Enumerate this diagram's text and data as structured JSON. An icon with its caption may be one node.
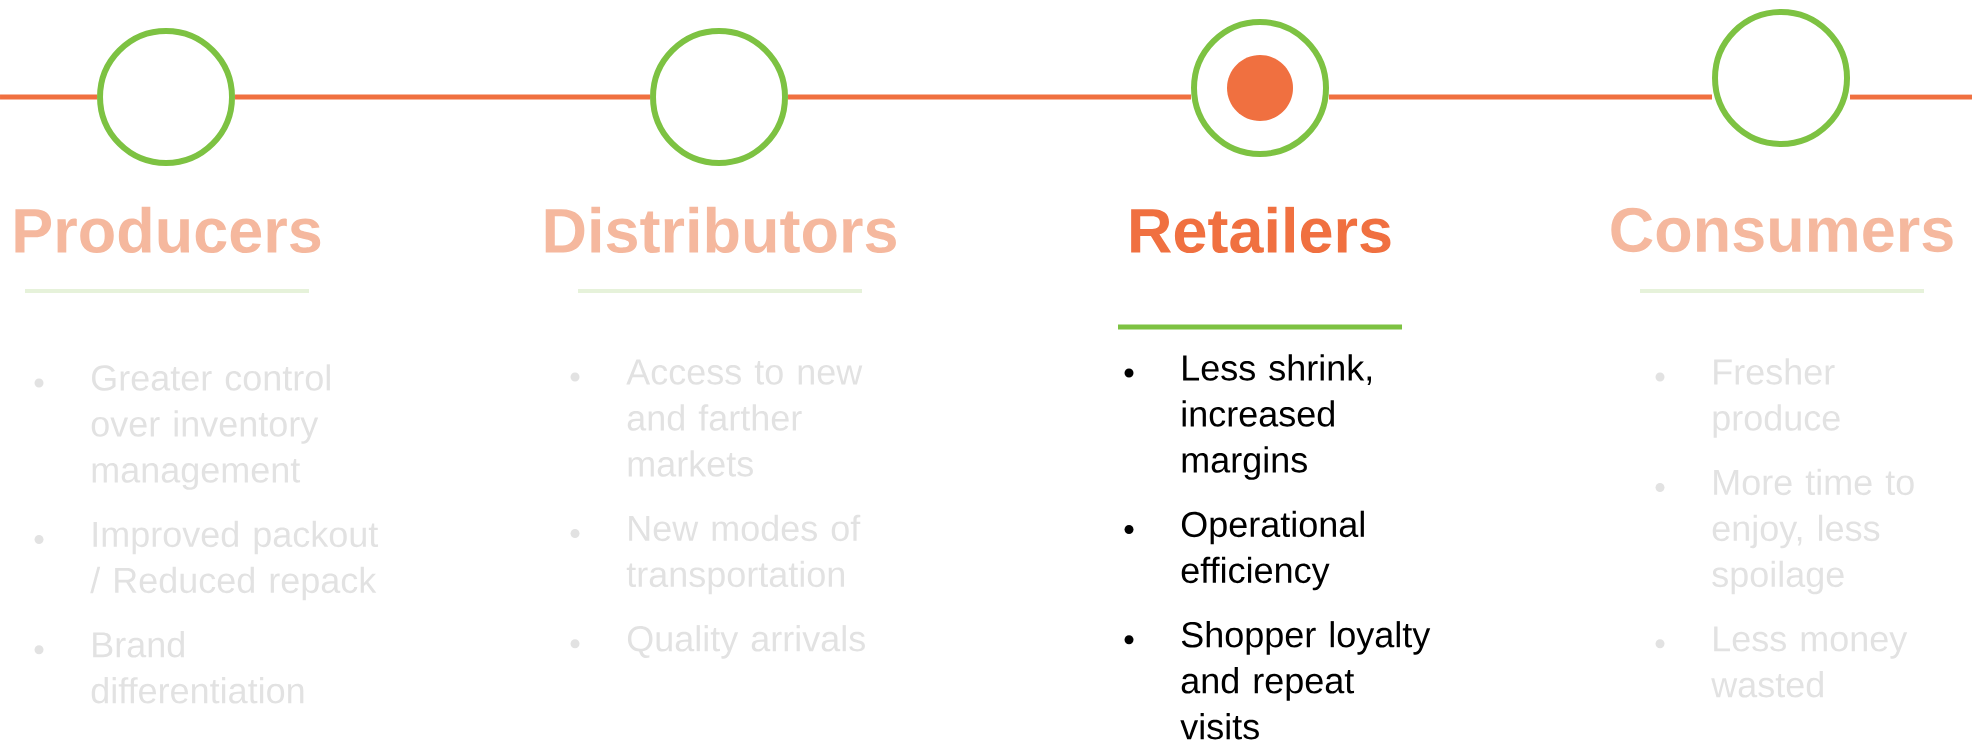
{
  "diagram": {
    "nodes": [
      {
        "text": [],
        "shape": "circle",
        "beside": [
          "Producers",
          "Greater control over inventory management",
          "Improved packout / Reduced repack",
          "Brand differentiation"
        ]
      },
      {
        "text": [],
        "shape": "circle",
        "beside": [
          "Distributors",
          "Access to new and farther markets",
          "New modes of transportation",
          "Quality arrivals"
        ]
      },
      {
        "text": [],
        "shape": "circle",
        "beside": [
          "Retailers",
          "Less shrink, increased margins",
          "Operational efficiency",
          "Shopper loyalty and repeat visits"
        ]
      },
      {
        "text": [],
        "shape": "circle",
        "beside": [
          "Consumers",
          "Fresher produce",
          "More time to enjoy, less spoilage",
          "Less money wasted"
        ]
      },
      {
        "text": [],
        "shape": "circle",
        "in": 2
      }
    ],
    "edges": [
      {
        "from": null,
        "to": 0,
        "arrow": "none"
      },
      {
        "from": 0,
        "to": 1,
        "arrow": "none"
      },
      {
        "from": 1,
        "to": 2,
        "arrow": "none"
      },
      {
        "from": 2,
        "to": 3,
        "arrow": "none"
      },
      {
        "from": 3,
        "to": null,
        "arrow": "none"
      }
    ]
  }
}
